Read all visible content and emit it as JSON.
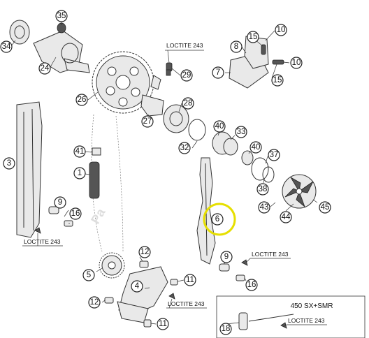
{
  "callouts": [
    "35",
    "34",
    "24",
    "26",
    "29",
    "27",
    "15",
    "10",
    "8",
    "7",
    "10",
    "15",
    "41",
    "1",
    "3",
    "28",
    "40",
    "33",
    "32",
    "40",
    "37",
    "38",
    "43",
    "44",
    "45",
    "6",
    "9",
    "16",
    "12",
    "5",
    "4",
    "11",
    "12",
    "11",
    "9",
    "16",
    "18"
  ],
  "loctite": [
    "LOCTITE 243",
    "LOCTITE 243",
    "LOCTITE 243",
    "LOCTITE 243",
    "LOCTITE 243"
  ],
  "inset": {
    "model": "450 SX+SMR"
  },
  "highlight_color": "#e6df00"
}
